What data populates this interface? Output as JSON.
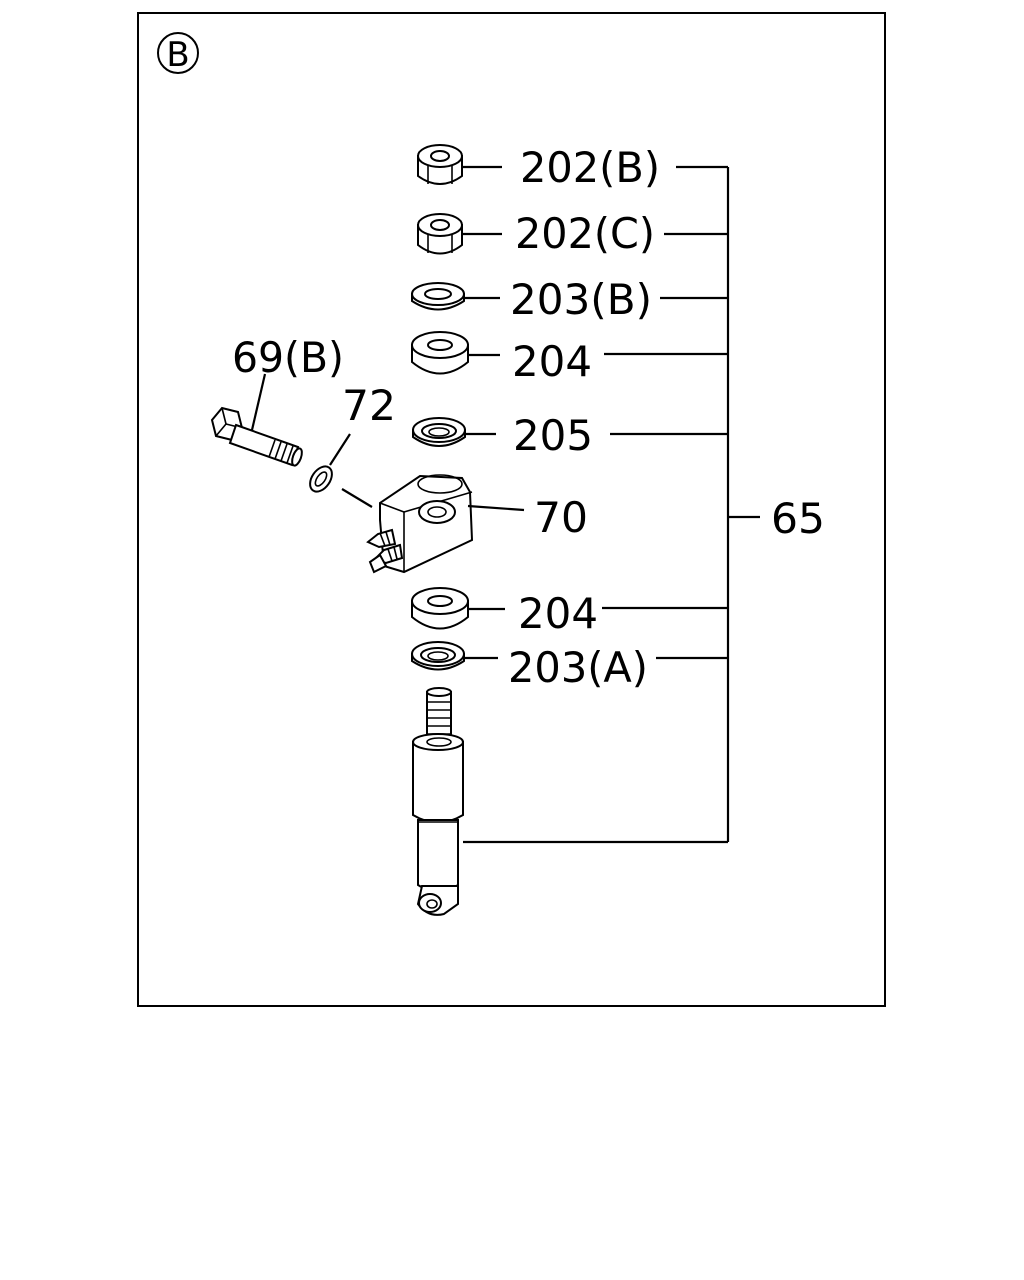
{
  "section_marker": "B",
  "labels": {
    "p202b": "202(B)",
    "p202c": "202(C)",
    "p203b": "203(B)",
    "p204_top": "204",
    "p205": "205",
    "p70": "70",
    "p204_bottom": "204",
    "p203a": "203(A)",
    "p69b": "69(B)",
    "p72": "72",
    "p65": "65"
  },
  "colors": {
    "line": "#000000",
    "background": "#ffffff"
  }
}
